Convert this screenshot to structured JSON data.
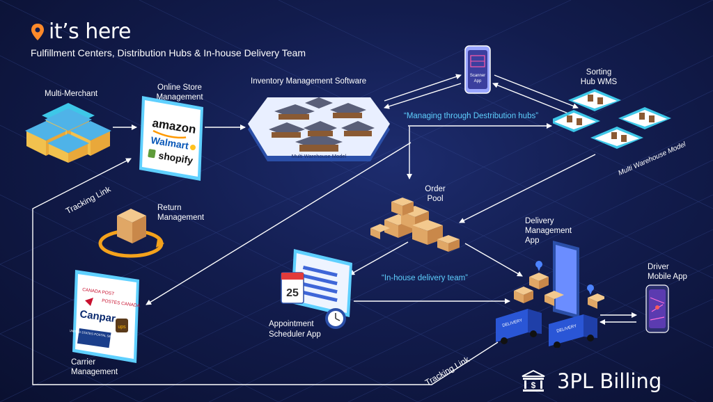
{
  "brand": {
    "name": "it’s here",
    "subtitle": "Fulfillment Centers, Distribution Hubs & In-house Delivery Team"
  },
  "nodes": {
    "multi_merchant": "Multi-Merchant",
    "online_store": {
      "line1": "Online Store",
      "line2": "Management",
      "brands": [
        "amazon",
        "Walmart",
        "shopify"
      ]
    },
    "inventory": {
      "title": "Inventory Management Software",
      "base": "Multi Warehouse Model"
    },
    "scanner": {
      "line1": "Scanner",
      "line2": "App"
    },
    "sorting": {
      "line1": "Sorting",
      "line2": "Hub WMS",
      "base": "Multi Warehouse Model"
    },
    "order_pool": {
      "line1": "Order",
      "line2": "Pool"
    },
    "return": {
      "line1": "Return",
      "line2": "Management"
    },
    "delivery_mgmt": {
      "line1": "Delivery",
      "line2": "Management",
      "line3": "App"
    },
    "driver": {
      "line1": "Driver",
      "line2": "Mobile App"
    },
    "appointment": {
      "line1": "Appointment",
      "line2": "Scheduler App",
      "date": "25"
    },
    "carrier": {
      "line1": "Carrier",
      "line2": "Management",
      "brands": [
        "CANADA POST",
        "POSTES CANADA",
        "Canpar",
        "UNITED STATES POSTAL SERVICE",
        "ups"
      ]
    },
    "truck_label": "DELIVERY"
  },
  "annotations": {
    "distribution": "“Managing through Destribution hubs”",
    "inhouse": "“In-house delivery team”",
    "tracking_top": "Tracking Link",
    "tracking_bottom": "Tracking Link"
  },
  "billing": {
    "label": "3PL Billing"
  },
  "colors": {
    "bg": "#121c4d",
    "accent": "#ff8a2a",
    "cyan": "#5fd0ff",
    "truck": "#2a56d6"
  }
}
